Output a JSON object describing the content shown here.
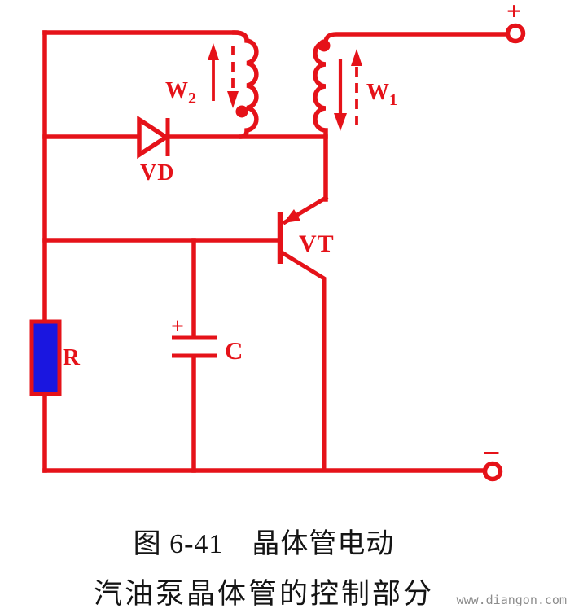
{
  "figure": {
    "caption_line1": "图 6-41　晶体管电动",
    "caption_line2": "汽油泵晶体管的控制部分",
    "watermark": "www.diangon.com"
  },
  "circuit": {
    "labels": {
      "winding_secondary": {
        "base": "W",
        "sub": "2"
      },
      "winding_primary": {
        "base": "W",
        "sub": "1"
      },
      "diode": "VD",
      "transistor": "VT",
      "resistor": "R",
      "capacitor": "C",
      "capacitor_polarity": "+",
      "positive_terminal": "+",
      "negative_terminal": "-"
    },
    "colors": {
      "line": "#e51219",
      "resistor_fill": "#1a16e0",
      "caption": "#141414",
      "watermark": "#8c8c8c"
    }
  }
}
